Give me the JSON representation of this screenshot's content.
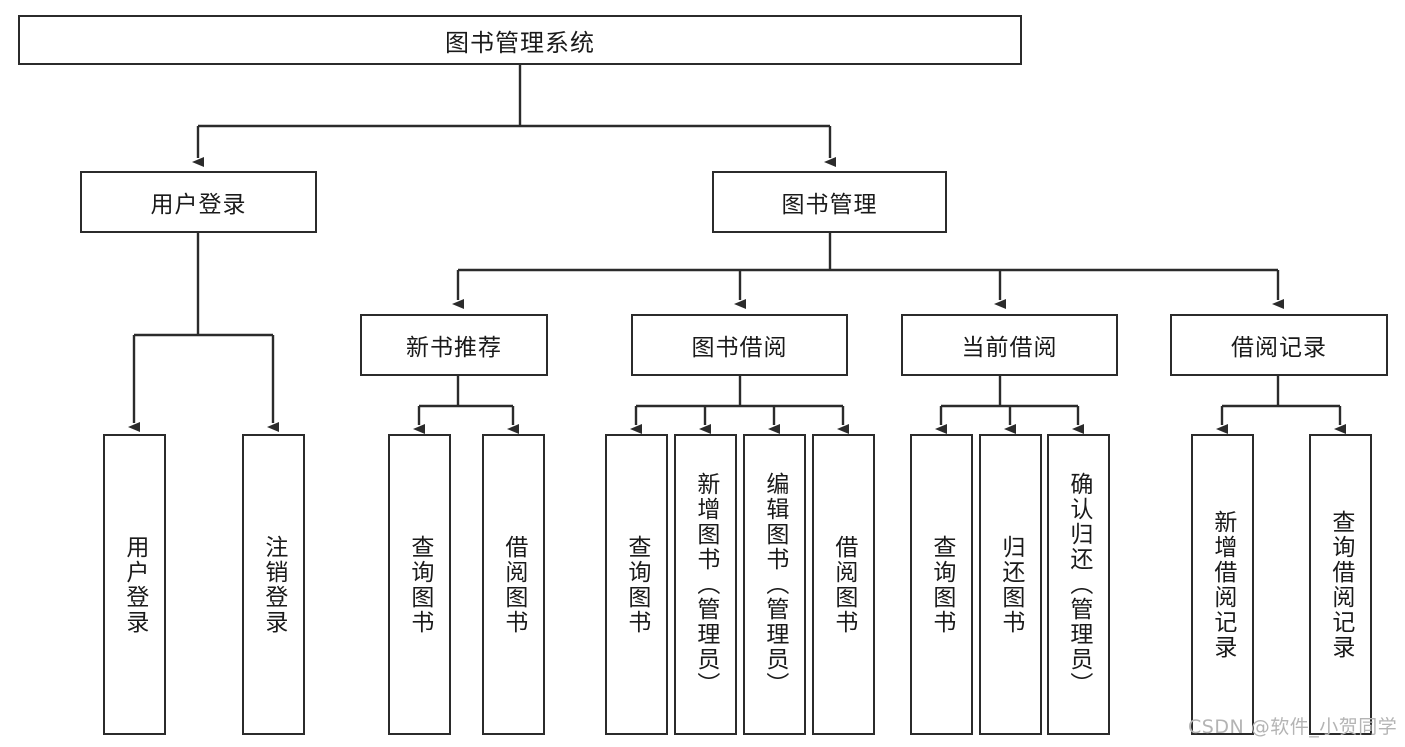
{
  "diagram": {
    "title": "图书管理系统",
    "type": "hierarchy-tree",
    "watermark": "CSDN @软件_小贺同学",
    "colors": {
      "stroke": "#2b2b2b",
      "fill": "#ffffff",
      "text": "#1a1a1a",
      "watermark": "#b4b4b4"
    },
    "nodes": {
      "root": {
        "label": "图书管理系统",
        "level": 1
      },
      "l2": [
        {
          "id": "user-login",
          "label": "用户登录",
          "level": 2
        },
        {
          "id": "book-manage",
          "label": "图书管理",
          "level": 2
        }
      ],
      "l3": [
        {
          "id": "new-book-rec",
          "label": "新书推荐",
          "level": 3,
          "parent": "book-manage"
        },
        {
          "id": "book-borrow",
          "label": "图书借阅",
          "level": 3,
          "parent": "book-manage"
        },
        {
          "id": "current-borrow",
          "label": "当前借阅",
          "level": 3,
          "parent": "book-manage"
        },
        {
          "id": "borrow-record",
          "label": "借阅记录",
          "level": 3,
          "parent": "book-manage"
        }
      ],
      "leaves": [
        {
          "id": "leaf-user-login",
          "label": "用户登录",
          "parent": "user-login"
        },
        {
          "id": "leaf-logout-login",
          "label": "注销登录",
          "parent": "user-login"
        },
        {
          "id": "leaf-query-book-1",
          "label": "查询图书",
          "parent": "new-book-rec"
        },
        {
          "id": "leaf-borrow-book-1",
          "label": "借阅图书",
          "parent": "new-book-rec"
        },
        {
          "id": "leaf-query-book-2",
          "label": "查询图书",
          "parent": "book-borrow"
        },
        {
          "id": "leaf-add-book",
          "label": "新增图书（管理员）",
          "parent": "book-borrow"
        },
        {
          "id": "leaf-edit-book",
          "label": "编辑图书（管理员）",
          "parent": "book-borrow"
        },
        {
          "id": "leaf-borrow-book-2",
          "label": "借阅图书",
          "parent": "book-borrow"
        },
        {
          "id": "leaf-query-book-3",
          "label": "查询图书",
          "parent": "current-borrow"
        },
        {
          "id": "leaf-return-book",
          "label": "归还图书",
          "parent": "current-borrow"
        },
        {
          "id": "leaf-confirm-return",
          "label": "确认归还（管理员）",
          "parent": "current-borrow"
        },
        {
          "id": "leaf-add-record",
          "label": "新增借阅记录",
          "parent": "borrow-record"
        },
        {
          "id": "leaf-query-record",
          "label": "查询借阅记录",
          "parent": "borrow-record"
        }
      ]
    }
  }
}
